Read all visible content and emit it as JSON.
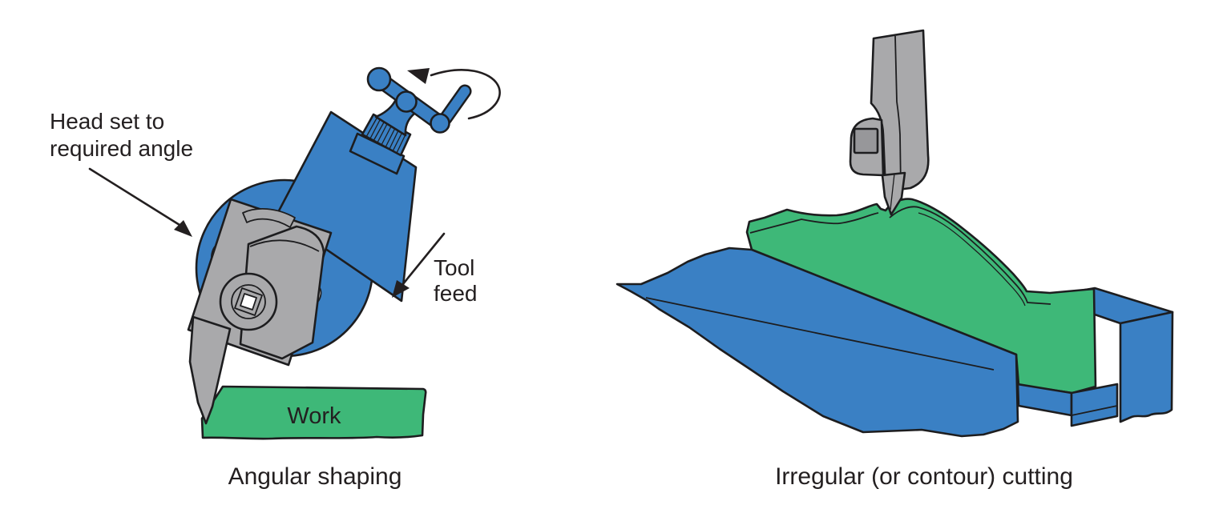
{
  "colors": {
    "background": "#ffffff",
    "blue": "#3a80c4",
    "green": "#3eb878",
    "gray": "#a9a9ab",
    "gray_dark": "#97979a",
    "outline": "#1d1d1f",
    "text": "#231f20"
  },
  "left_diagram": {
    "caption": "Angular shaping",
    "head_label": {
      "line1": "Head set to",
      "line2": "required angle"
    },
    "tool_feed_label": {
      "line1": "Tool",
      "line2": "feed"
    },
    "work_label": "Work"
  },
  "right_diagram": {
    "caption": "Irregular (or contour) cutting"
  }
}
